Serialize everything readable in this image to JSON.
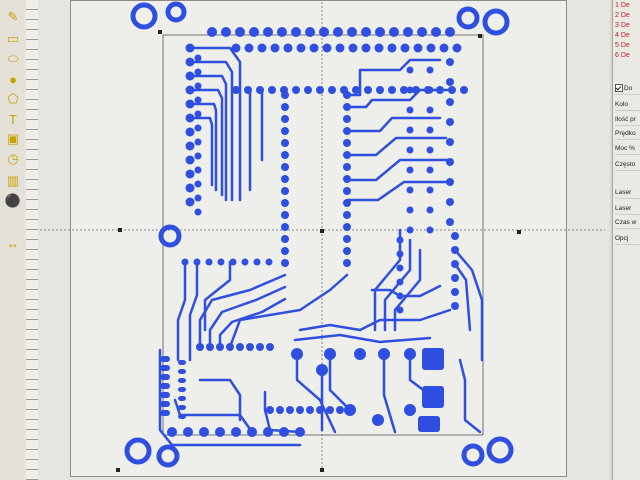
{
  "toolbar": {
    "tools": [
      {
        "name": "pen-icon",
        "glyph": "✎"
      },
      {
        "name": "rectangle-icon",
        "glyph": "▭"
      },
      {
        "name": "ellipse-icon",
        "glyph": "⬭"
      },
      {
        "name": "circle-icon",
        "glyph": "●"
      },
      {
        "name": "polygon-icon",
        "glyph": "⬠"
      },
      {
        "name": "text-icon",
        "glyph": "T"
      },
      {
        "name": "image-icon",
        "glyph": "▣"
      },
      {
        "name": "clock-icon",
        "glyph": "◷"
      },
      {
        "name": "barcode-icon",
        "glyph": "▥"
      },
      {
        "name": "traffic-light-icon",
        "glyph": "⚫"
      },
      {
        "name": "ruler-icon",
        "glyph": "↔"
      }
    ]
  },
  "layers": [
    {
      "num": "1",
      "label": "De"
    },
    {
      "num": "2",
      "label": "De"
    },
    {
      "num": "3",
      "label": "De"
    },
    {
      "num": "4",
      "label": "De"
    },
    {
      "num": "5",
      "label": "De"
    },
    {
      "num": "6",
      "label": "De"
    }
  ],
  "properties": {
    "checkbox_label": "Do",
    "rows": [
      "Kolo",
      "Ilość pr",
      "Prędko",
      "Moc %",
      "Często"
    ],
    "laser_rows": [
      "Laser",
      "Laser",
      "Czas w"
    ],
    "option": "Opcj"
  },
  "colors": {
    "copper": "#2f4fe0",
    "canvas": "#eeeeea",
    "guide": "#666666"
  }
}
